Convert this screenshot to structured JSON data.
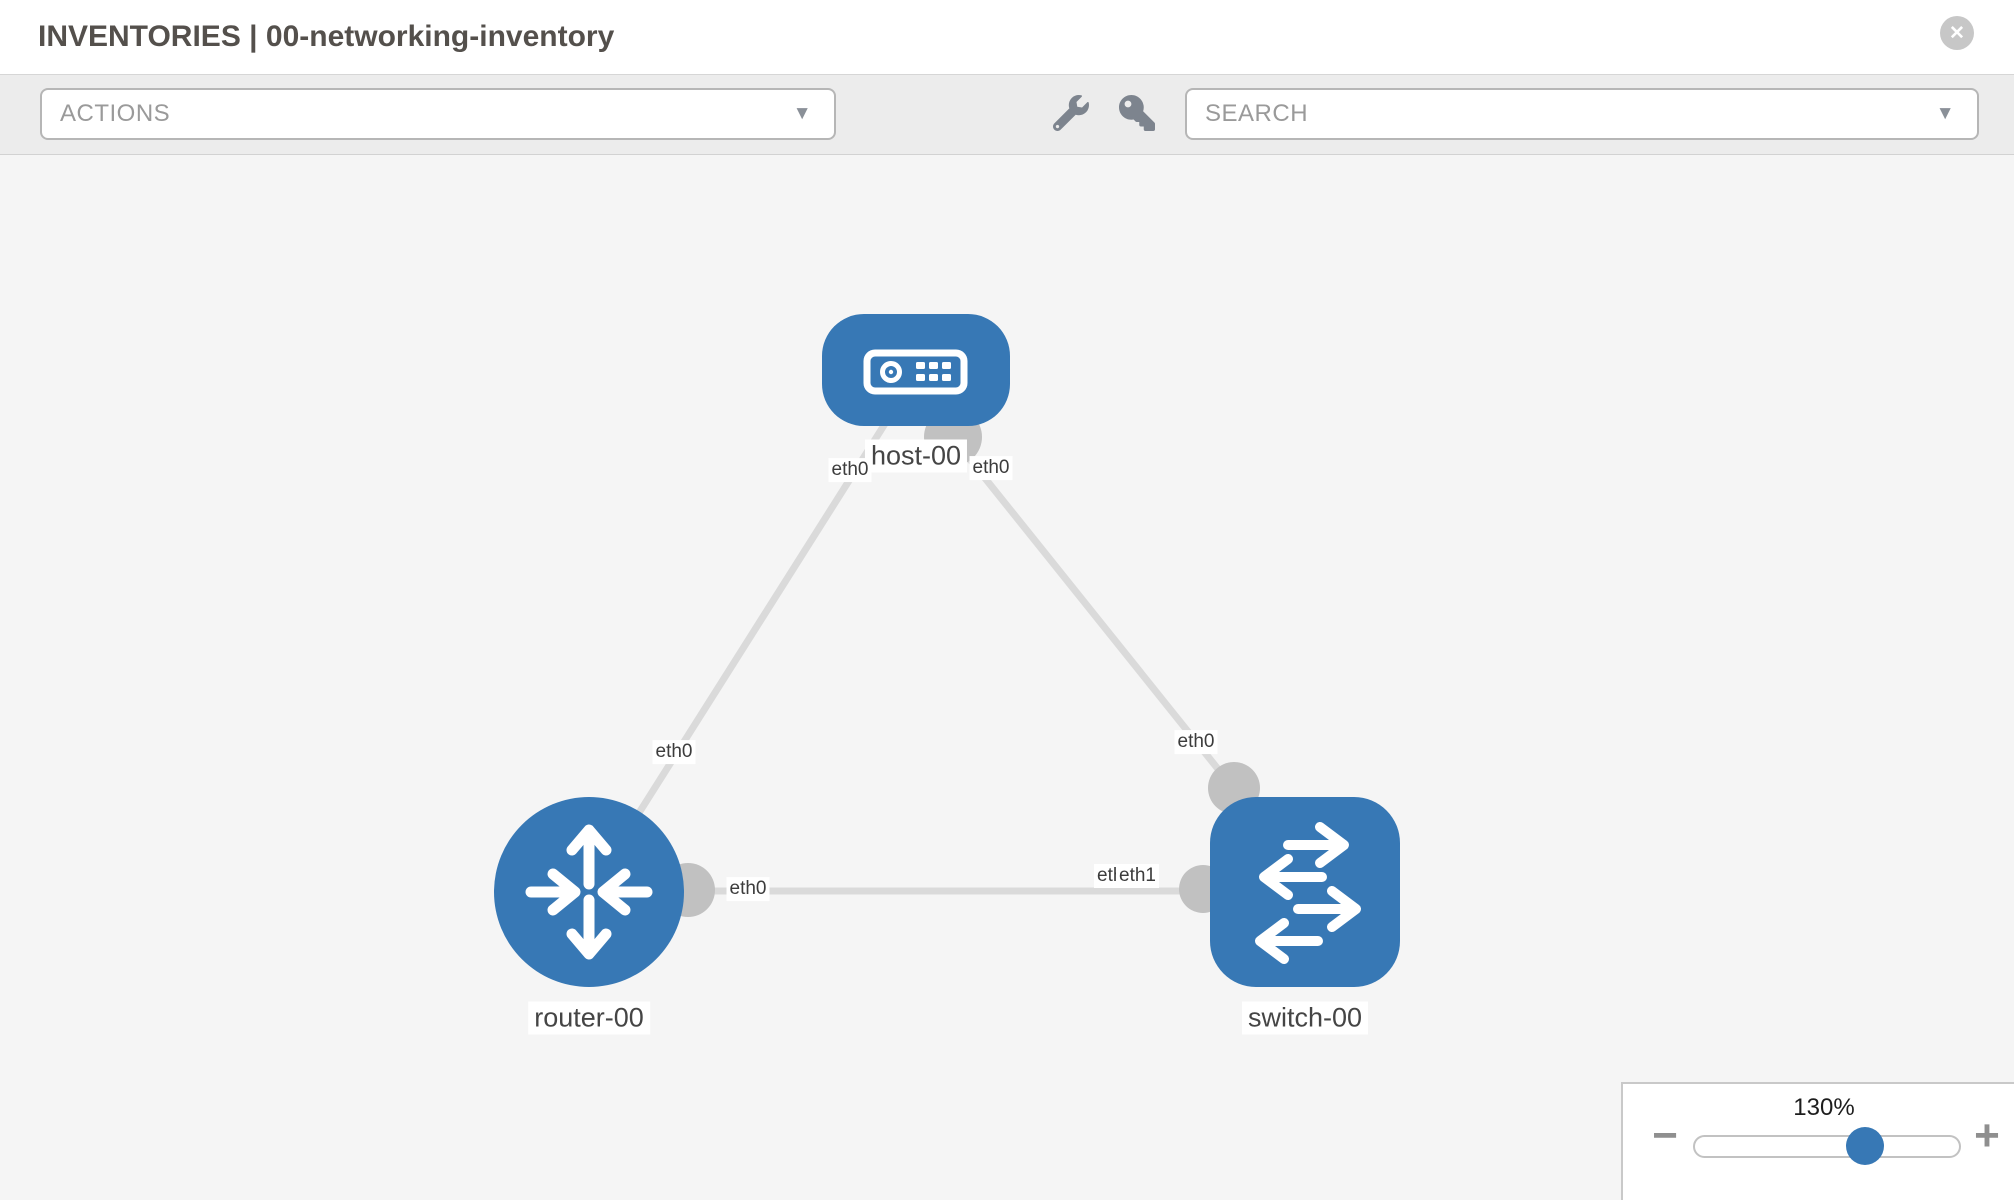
{
  "header": {
    "title": "INVENTORIES | 00-networking-inventory",
    "close_icon": "✕"
  },
  "toolbar": {
    "actions_label": "ACTIONS",
    "search_label": "SEARCH",
    "caret_icon": "▼"
  },
  "canvas": {
    "nodes": {
      "host": {
        "label": "host-00",
        "type": "host"
      },
      "router": {
        "label": "router-00",
        "type": "router"
      },
      "switch": {
        "label": "switch-00",
        "type": "switch"
      }
    },
    "interface_labels": {
      "host_router_host_end": "eth0",
      "host_router_router_end": "eth0",
      "host_switch_host_end": "eth0",
      "host_switch_switch_end": "eth0",
      "router_switch_router_end": "eth0",
      "router_switch_switch_back": "eth0",
      "router_switch_switch_front": "eth1"
    }
  },
  "zoom_control": {
    "level": "130%",
    "minus_icon": "−",
    "plus_icon": "+"
  },
  "colors": {
    "node_blue": "#3778b5",
    "port_gray": "#c1c1c1",
    "link_gray": "#dadada",
    "canvas_bg": "#f5f5f5"
  }
}
